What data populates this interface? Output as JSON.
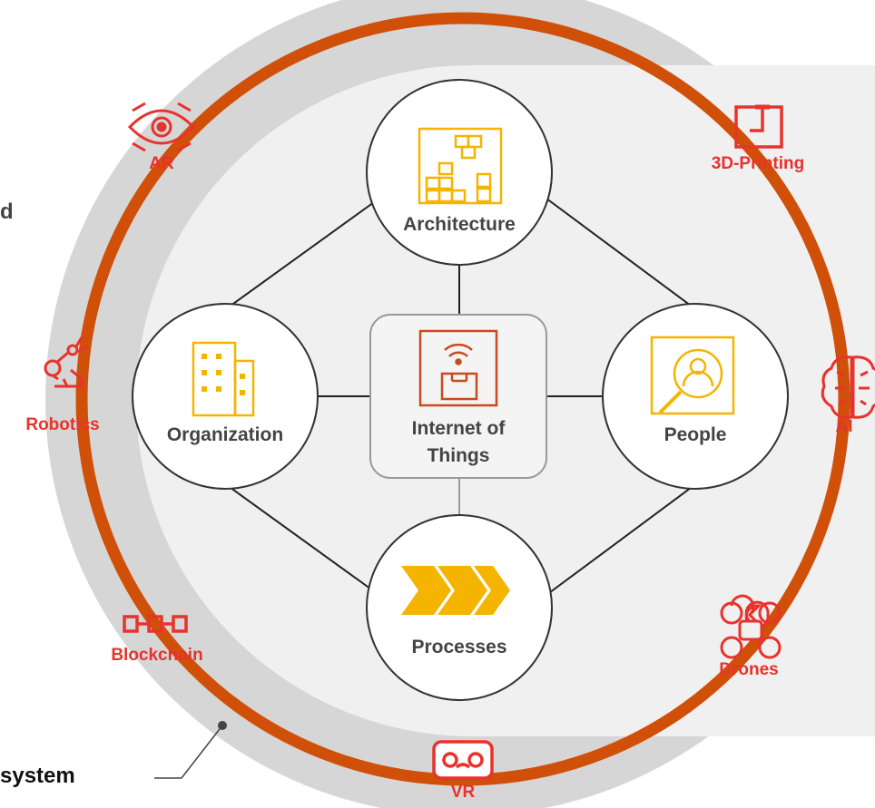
{
  "colors": {
    "ring": "#d0500a",
    "tech": "#e8322c",
    "iot": "#c94a1e",
    "yellow": "#f5b400",
    "outer_disc": "#d6d6d6",
    "inner_panel": "#f0f0f0",
    "text": "#444444"
  },
  "nodes": {
    "architecture": {
      "label": "Architecture",
      "icon": "architecture-blocks-icon"
    },
    "organization": {
      "label": "Organization",
      "icon": "building-icon"
    },
    "iot": {
      "label": "Internet of Things",
      "icon": "wifi-box-icon"
    },
    "people": {
      "label": "People",
      "icon": "person-search-icon"
    },
    "processes": {
      "label": "Processes",
      "icon": "chevron-arrows-icon"
    }
  },
  "technologies": {
    "ar": {
      "label": "AR",
      "icon": "eye-icon"
    },
    "printing": {
      "label": "3D-Printing",
      "icon": "3d-printer-icon"
    },
    "robotics": {
      "label": "Robotics",
      "icon": "robot-arm-icon"
    },
    "ai": {
      "label": "AI",
      "icon": "brain-icon"
    },
    "blockchain": {
      "label": "Blockchain",
      "icon": "chain-icon"
    },
    "drones": {
      "label": "Drones",
      "icon": "drone-icon"
    },
    "vr": {
      "label": "VR",
      "icon": "vr-headset-icon"
    }
  },
  "cut_text": {
    "partial_d": "d",
    "ecosystem": "system"
  }
}
